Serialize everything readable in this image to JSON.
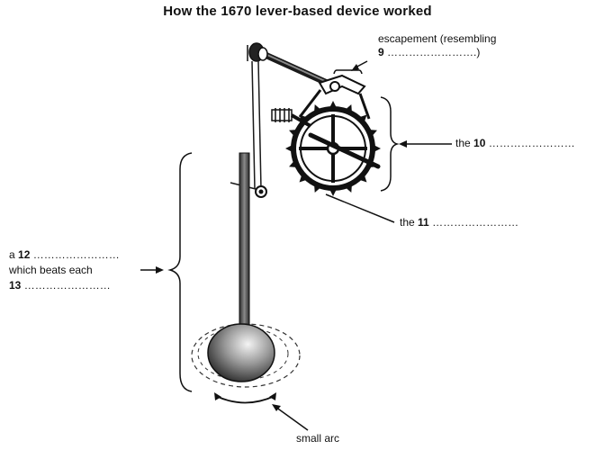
{
  "title": "How the 1670 lever-based device worked",
  "labels": {
    "escapement": {
      "line1": "escapement (resembling",
      "number": "9",
      "blank": "…………………….)"
    },
    "gear": {
      "prefix": "the",
      "number": "10",
      "blank": "……………………"
    },
    "axle": {
      "prefix": "the",
      "number": "11",
      "blank": "……………………"
    },
    "pendulum": {
      "prefix": "a",
      "number": "12",
      "blank": "……………………",
      "line2": "which beats each",
      "number2": "13",
      "blank2": "……………………"
    },
    "arc": "small arc"
  },
  "colors": {
    "ink": "#1a1a1a",
    "bob_light": "#f2f2f2",
    "bob_dark": "#1e1e1e"
  }
}
